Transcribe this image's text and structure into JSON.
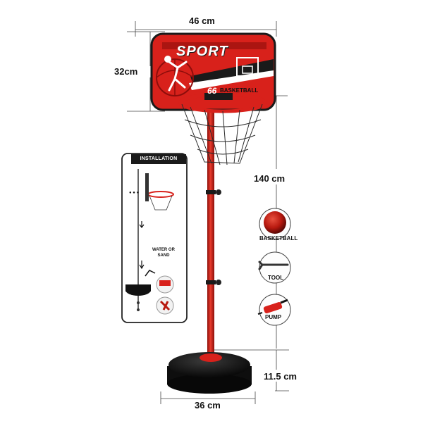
{
  "dimensions": {
    "backboard_width": "46 cm",
    "backboard_height": "32cm",
    "pole_height": "140 cm",
    "base_height": "11.5 cm",
    "base_width": "36 cm"
  },
  "backboard": {
    "brand": "SPORT",
    "number": "66",
    "word": "BASKETBALL",
    "colors": {
      "red": "#d8211b",
      "dark_red": "#8e0d0b",
      "black": "#1a1a1a"
    }
  },
  "installation": {
    "title": "INSTALLATION",
    "note": "WATER OR SAND"
  },
  "accessories": [
    {
      "label": "BASKETBALL",
      "icon": "basketball-icon"
    },
    {
      "label": "TOOL",
      "icon": "wrench-tool-icon"
    },
    {
      "label": "PUMP",
      "icon": "pump-icon"
    }
  ]
}
